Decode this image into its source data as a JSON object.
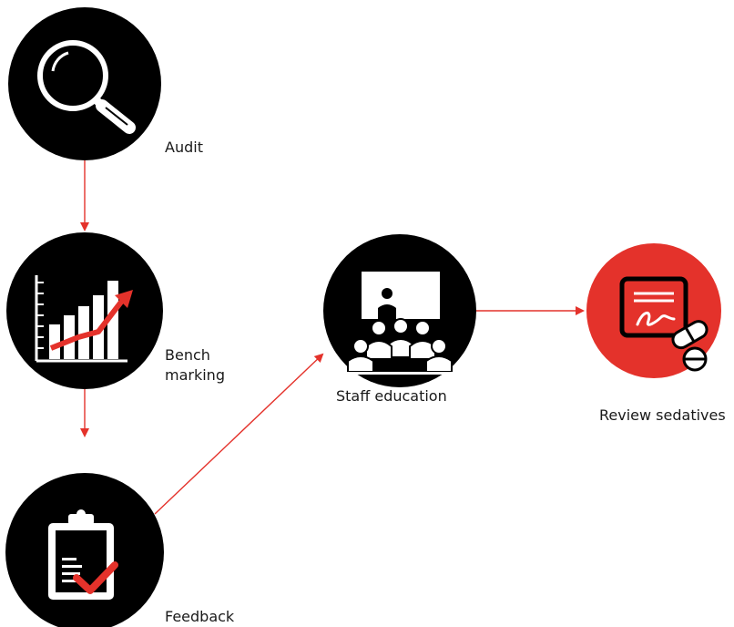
{
  "colors": {
    "node_fill": "#000000",
    "accent_fill": "#e4322b",
    "arrow": "#e4322b",
    "text": "#1a1a1a"
  },
  "nodes": {
    "audit": {
      "label": "Audit",
      "icon": "magnifying-glass-icon"
    },
    "benchmarking": {
      "label": "Bench marking",
      "icon": "bar-chart-trend-icon"
    },
    "feedback": {
      "label": "Feedback",
      "icon": "clipboard-check-icon"
    },
    "staff_education": {
      "label": "Staff education",
      "icon": "presentation-audience-icon"
    },
    "review_sedatives": {
      "label": "Review sedatives",
      "icon": "prescription-pills-icon"
    }
  },
  "edges": [
    {
      "from": "audit",
      "to": "benchmarking"
    },
    {
      "from": "benchmarking",
      "to": "feedback"
    },
    {
      "from": "feedback",
      "to": "staff_education"
    },
    {
      "from": "staff_education",
      "to": "review_sedatives"
    }
  ]
}
